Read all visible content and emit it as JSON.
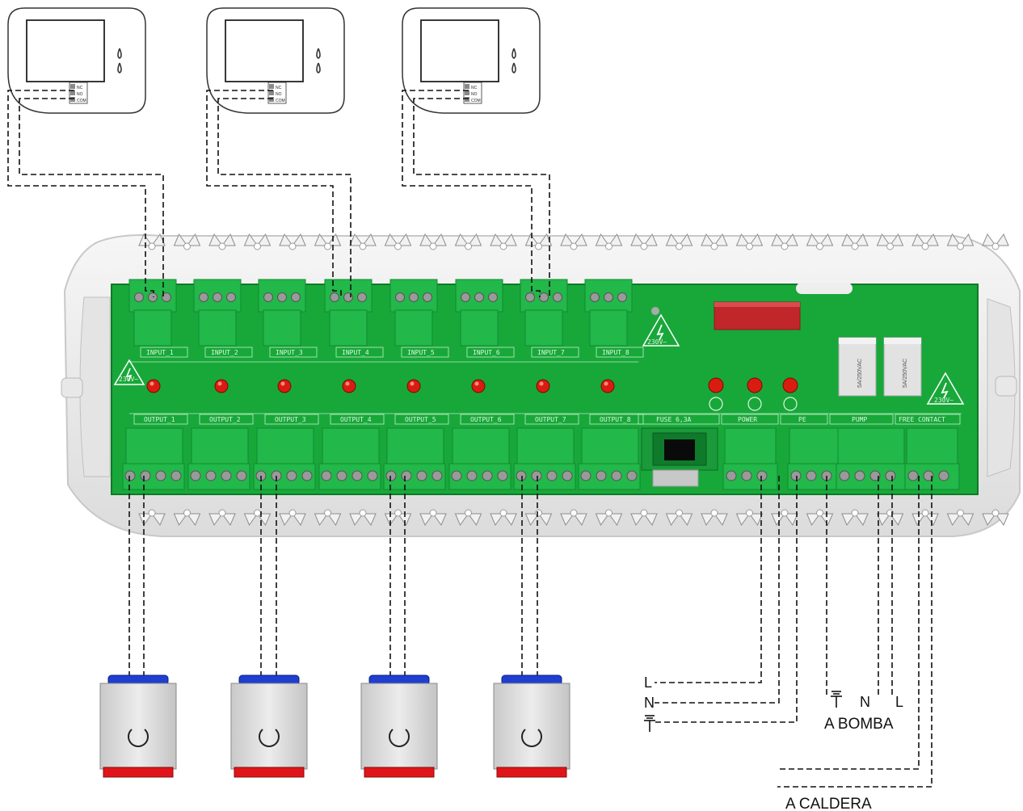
{
  "colors": {
    "pcb": "#18a83a",
    "pcb_dark": "#0e7a26",
    "terminal": "#22b84a",
    "terminal_dark": "#128a32",
    "led": "#d91c10",
    "relay_red": "#c0262a",
    "housing": "#eeeeee",
    "housing_edge": "#b8b8b8",
    "actuator_blue": "#1f3fd0",
    "actuator_red": "#e0151a",
    "actuator_body": "#d9d9d9",
    "wire": "#111111"
  },
  "board": {
    "voltage_label": "230V~",
    "inputs": [
      "INPUT_1",
      "INPUT_2",
      "INPUT_3",
      "INPUT_4",
      "INPUT_5",
      "INPUT_6",
      "INPUT_7",
      "INPUT_8"
    ],
    "outputs": [
      "OUTPUT_1",
      "OUTPUT_2",
      "OUTPUT_3",
      "OUTPUT_4",
      "OUTPUT_5",
      "OUTPUT_6",
      "OUTPUT_7",
      "OUTPUT_8"
    ],
    "fuse": "FUSE 6,3A",
    "power": "POWER",
    "pe": "PE",
    "pump": "PUMP",
    "free_contact": "FREE CONTACT",
    "relay_text": "5A/250VAC"
  },
  "thermostat": {
    "terminals": [
      "NC",
      "NO",
      "COM"
    ]
  },
  "labels": {
    "L": "L",
    "N": "N",
    "bomba_N": "N",
    "bomba_L": "L",
    "a_bomba": "A BOMBA",
    "a_caldera": "A CALDERA"
  }
}
